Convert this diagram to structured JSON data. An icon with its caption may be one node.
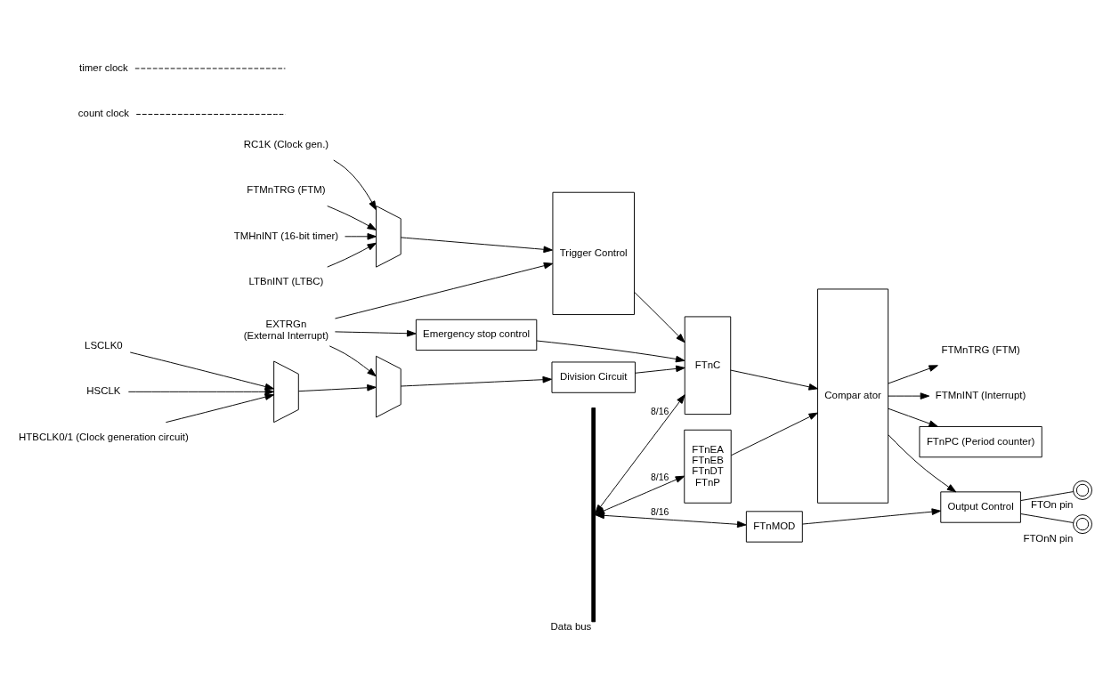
{
  "diagram": {
    "nodes": [
      {
        "text": [
          "LTBnINT (LTBC)"
        ]
      },
      {
        "text": [
          "FTMnTRG (FTM)"
        ]
      },
      {
        "text": [
          "TMHnINT (16-bit timer)"
        ]
      },
      {
        "text": [
          "RC1K (Clock gen.)"
        ]
      },
      {
        "text": [],
        "shape": "trapezoid"
      },
      {
        "text": [
          "EXTRGn",
          "(External Interrupt)"
        ]
      },
      {
        "text": [
          "Emergency stop control"
        ]
      },
      {
        "text": [
          "Trigger Control"
        ]
      },
      {
        "text": [
          "FTnC"
        ]
      },
      {
        "text": [
          "Compar ator"
        ]
      },
      {
        "text": [
          "FTMnTRG (FTM)"
        ]
      },
      {
        "text": [
          "FTMnINT (Interrupt)"
        ]
      },
      {
        "text": [
          "FTnPC (Period counter)"
        ]
      },
      {
        "text": [
          "Output Control"
        ]
      },
      {
        "text": [],
        "shape": "circle",
        "beside": [
          "FTOn pin"
        ]
      },
      {
        "text": [],
        "shape": "circle",
        "beside": [
          "FTOnN pin"
        ]
      },
      {
        "text": [
          "FTnMOD"
        ]
      },
      {
        "text": [],
        "shape": "trapezoid"
      },
      {
        "text": [
          "Division Circuit"
        ]
      },
      {
        "text": [
          "LSCLK0"
        ]
      },
      {
        "text": [
          "HSCLK"
        ]
      },
      {
        "text": [
          "HTBCLK0/1 (Clock generation circuit)"
        ]
      },
      {
        "text": [],
        "shape": "trapezoid"
      },
      {
        "text": [
          "FTnEA",
          "FTnEB",
          "FTnDT",
          "FTnP"
        ]
      },
      {
        "text": [],
        "shape": "bar",
        "beside": [
          "Data bus"
        ]
      },
      {
        "text": [
          "count clock"
        ]
      },
      {
        "text": [
          "timer clock"
        ]
      }
    ],
    "edges": [
      {
        "from": 0,
        "to": 4,
        "arrow": "to"
      },
      {
        "from": 1,
        "to": 4,
        "arrow": "to"
      },
      {
        "from": 2,
        "to": 4,
        "arrow": "to"
      },
      {
        "from": 3,
        "to": 4,
        "arrow": "to"
      },
      {
        "from": 4,
        "to": 7,
        "arrow": "to"
      },
      {
        "from": 5,
        "to": 6,
        "arrow": "to"
      },
      {
        "from": 5,
        "to": 7,
        "arrow": "to"
      },
      {
        "from": 5,
        "to": 17,
        "arrow": "to"
      },
      {
        "from": 22,
        "to": 17,
        "arrow": "to"
      },
      {
        "from": 17,
        "to": 18,
        "arrow": "to"
      },
      {
        "from": 18,
        "to": 8,
        "arrow": "to"
      },
      {
        "from": 7,
        "to": 8,
        "arrow": "to"
      },
      {
        "from": 6,
        "to": 8,
        "arrow": "to"
      },
      {
        "from": 8,
        "to": 9,
        "arrow": "to"
      },
      {
        "from": 23,
        "to": 9,
        "arrow": "to"
      },
      {
        "from": 9,
        "to": 10,
        "arrow": "to"
      },
      {
        "from": 9,
        "to": 11,
        "arrow": "to"
      },
      {
        "from": 9,
        "to": 12,
        "arrow": "to"
      },
      {
        "from": 9,
        "to": 13,
        "arrow": "to"
      },
      {
        "from": 13,
        "to": 14,
        "arrow": "none"
      },
      {
        "from": 13,
        "to": 15,
        "arrow": "none"
      },
      {
        "from": 16,
        "to": 13,
        "arrow": "to"
      },
      {
        "from": 19,
        "to": 22,
        "arrow": "to"
      },
      {
        "from": 20,
        "to": 22,
        "arrow": "to"
      },
      {
        "from": 21,
        "to": 22,
        "arrow": "to"
      },
      {
        "from": 24,
        "to": 23,
        "arrow": "both",
        "label": "8/16"
      },
      {
        "from": 24,
        "to": 8,
        "arrow": "both",
        "label": "8/16"
      },
      {
        "from": 24,
        "to": 16,
        "arrow": "both",
        "label": "8/16"
      },
      {
        "from": 25,
        "to": null,
        "arrow": "none",
        "style": "dashed"
      },
      {
        "from": 26,
        "to": null,
        "arrow": "none",
        "style": "dashed"
      }
    ]
  }
}
